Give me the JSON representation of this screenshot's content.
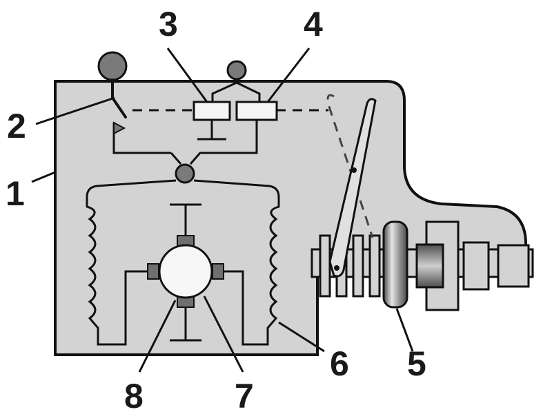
{
  "labels": {
    "housing": "1",
    "contact_lever": "2",
    "left_coil_box": "3",
    "right_coil_box": "4",
    "drive_pinion": "5",
    "field_winding": "6",
    "brush": "7",
    "armature": "8"
  },
  "colors": {
    "body": "#d3d3d3",
    "outline": "#111111",
    "knob": "#7a7a7a",
    "brush": "#6f6f6f",
    "armature": "#f7f7f7",
    "pinion_light": "#e8e8e8",
    "pinion_dark": "#5a5a5a"
  }
}
